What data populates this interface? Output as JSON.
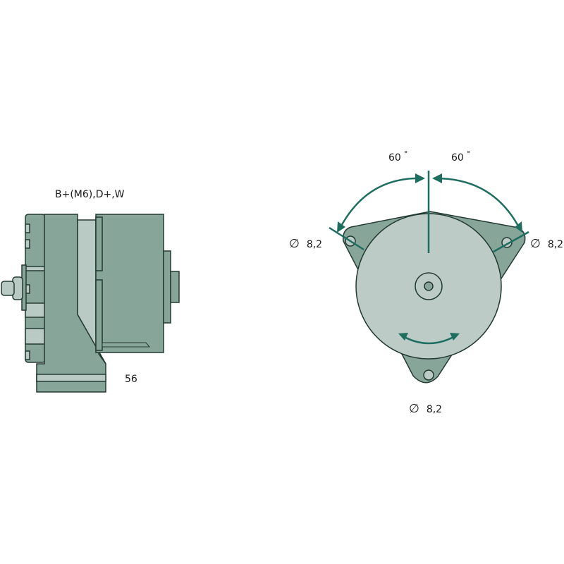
{
  "diagram": {
    "subject": "alternator",
    "colors": {
      "body": "#88a59a",
      "body_light": "#b9c9c3",
      "face": "#bccbc6",
      "outline": "#233a33",
      "accent_arrow": "#1e6e60",
      "background": "#ffffff"
    },
    "side_view": {
      "terminal_label": "B+(M6),D+,W",
      "dimension_label": "56"
    },
    "front_view": {
      "angle_left": "60",
      "angle_right": "60",
      "degree_symbol": "°",
      "hole_diameter_symbol": "∅",
      "holes": [
        {
          "position": "upper-left",
          "diameter": "8,2"
        },
        {
          "position": "upper-right",
          "diameter": "8,2"
        },
        {
          "position": "bottom",
          "diameter": "8,2"
        }
      ]
    }
  }
}
